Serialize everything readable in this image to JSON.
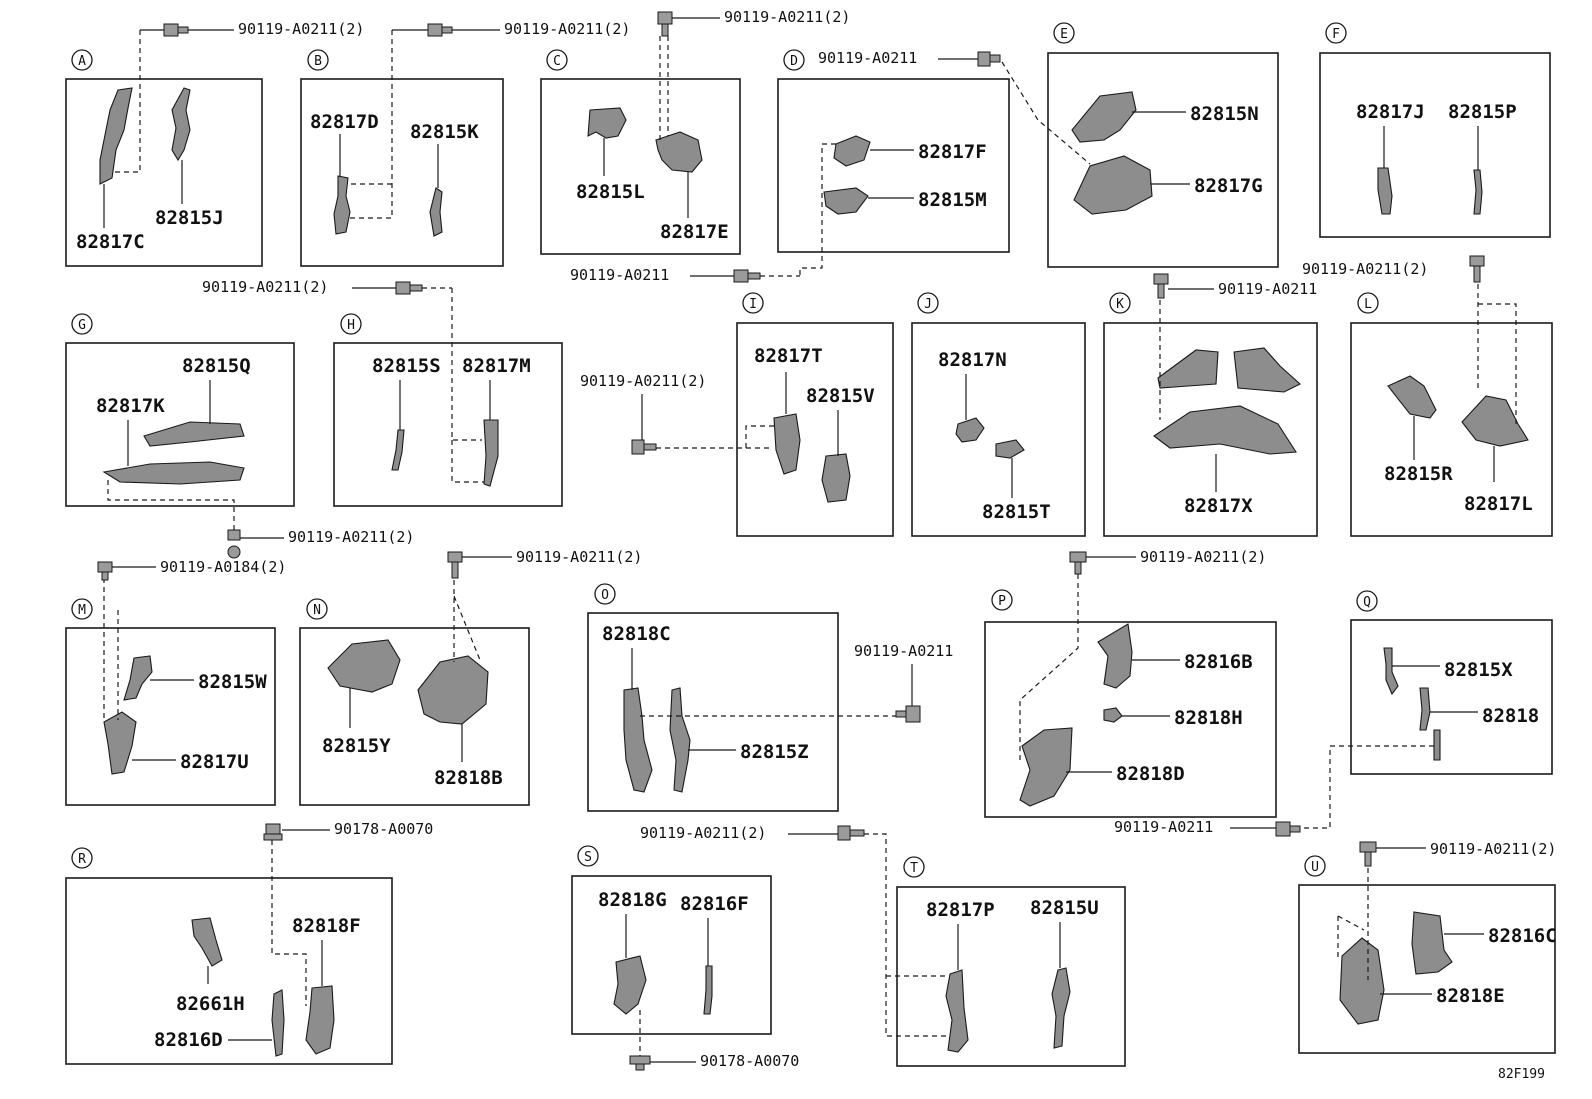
{
  "figure_code": "82F199",
  "sections": [
    {
      "letter": "A",
      "parts": [
        "82817C",
        "82815J"
      ],
      "bolts": [
        "90119-A0211(2)"
      ]
    },
    {
      "letter": "B",
      "parts": [
        "82817D",
        "82815K"
      ],
      "bolts": [
        "90119-A0211(2)"
      ]
    },
    {
      "letter": "C",
      "parts": [
        "82815L",
        "82817E"
      ],
      "bolts": [
        "90119-A0211(2)"
      ]
    },
    {
      "letter": "D",
      "parts": [
        "82817F",
        "82815M"
      ],
      "bolts": [
        "90119-A0211",
        "90119-A0211"
      ]
    },
    {
      "letter": "E",
      "parts": [
        "82815N",
        "82817G"
      ],
      "bolts": []
    },
    {
      "letter": "F",
      "parts": [
        "82817J",
        "82815P"
      ],
      "bolts": []
    },
    {
      "letter": "G",
      "parts": [
        "82815Q",
        "82817K"
      ],
      "bolts": [
        "90119-A0211(2)"
      ]
    },
    {
      "letter": "H",
      "parts": [
        "82815S",
        "82817M"
      ],
      "bolts": [
        "90119-A0211(2)"
      ]
    },
    {
      "letter": "I",
      "parts": [
        "82817T",
        "82815V"
      ],
      "bolts": [
        "90119-A0211(2)"
      ]
    },
    {
      "letter": "J",
      "parts": [
        "82817N",
        "82815T"
      ],
      "bolts": []
    },
    {
      "letter": "K",
      "parts": [
        "82817X"
      ],
      "bolts": [
        "90119-A0211"
      ]
    },
    {
      "letter": "L",
      "parts": [
        "82815R",
        "82817L"
      ],
      "bolts": [
        "90119-A0211(2)"
      ]
    },
    {
      "letter": "M",
      "parts": [
        "82815W",
        "82817U"
      ],
      "bolts": [
        "90119-A0184(2)"
      ]
    },
    {
      "letter": "N",
      "parts": [
        "82815Y",
        "82818B"
      ],
      "bolts": [
        "90119-A0211(2)"
      ]
    },
    {
      "letter": "O",
      "parts": [
        "82818C",
        "82815Z"
      ],
      "bolts": [
        "90119-A0211"
      ]
    },
    {
      "letter": "P",
      "parts": [
        "82816B",
        "82818H",
        "82818D"
      ],
      "bolts": [
        "90119-A0211(2)"
      ]
    },
    {
      "letter": "Q",
      "parts": [
        "82815X",
        "82818"
      ],
      "bolts": [
        "90119-A0211"
      ]
    },
    {
      "letter": "R",
      "parts": [
        "82818F",
        "82661H",
        "82816D"
      ],
      "bolts": [
        "90178-A0070"
      ]
    },
    {
      "letter": "S",
      "parts": [
        "82818G",
        "82816F"
      ],
      "bolts": [
        "90178-A0070"
      ]
    },
    {
      "letter": "T",
      "parts": [
        "82817P",
        "82815U"
      ],
      "bolts": [
        "90119-A0211(2)"
      ]
    },
    {
      "letter": "U",
      "parts": [
        "82816C",
        "82818E"
      ],
      "bolts": [
        "90119-A0211(2)"
      ]
    }
  ]
}
